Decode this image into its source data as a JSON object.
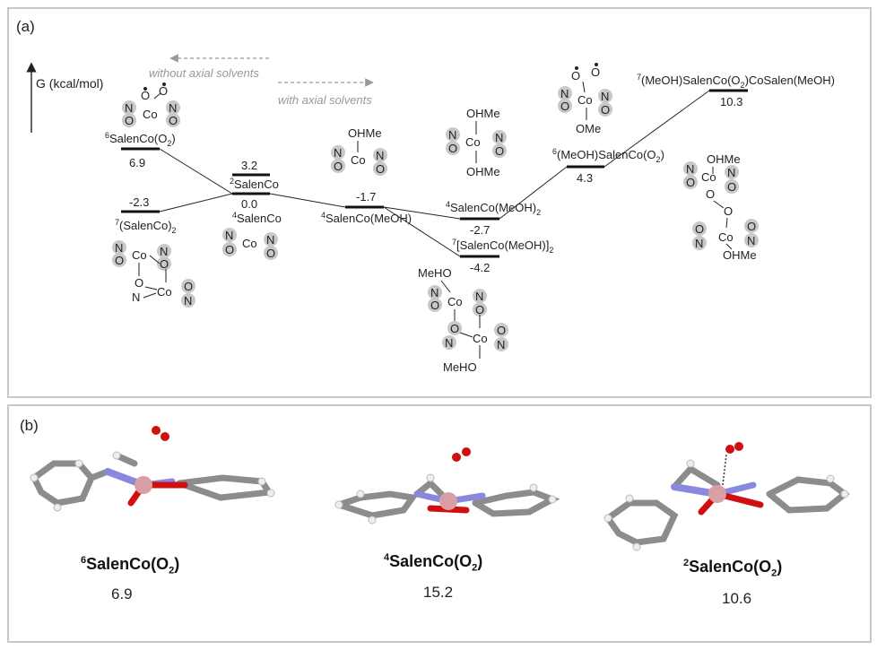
{
  "panel_a": {
    "label": "(a)",
    "axis_label": "G (kcal/mol)",
    "arrow_left": "without axial solvents",
    "arrow_right": "with axial solvents",
    "levels": {
      "l6o2": {
        "sup": "6",
        "name": "SalenCo(O",
        "sub": "2",
        "close": ")",
        "value": "6.9"
      },
      "l7dim": {
        "sup": "7",
        "name": "(SalenCo)",
        "sub": "2",
        "close": "",
        "value": "-2.3"
      },
      "l2": {
        "sup": "2",
        "name": "SalenCo",
        "value": "0.0",
        "value_top": "3.2"
      },
      "l4": {
        "sup": "4",
        "name": "SalenCo"
      },
      "l4meoh": {
        "sup": "4",
        "name": "SalenCo(MeOH)",
        "value": "-1.7"
      },
      "l4meoh2": {
        "sup": "4",
        "name": "SalenCo(MeOH)",
        "sub": "2",
        "value": "-2.7"
      },
      "l7meohdim": {
        "sup": "7",
        "name": "[SalenCo(MeOH)]",
        "sub": "2",
        "value": "-4.2"
      },
      "l6meoho2": {
        "sup": "6",
        "name": "(MeOH)SalenCo(O",
        "sub": "2",
        "close": ")",
        "value": "4.3"
      },
      "l7bridge": {
        "sup": "7",
        "name": "(MeOH)SalenCo(O",
        "sub": "2",
        "close": ")CoSalen(MeOH)",
        "value": "10.3"
      }
    },
    "atoms": {
      "co": "Co",
      "n": "N",
      "o": "O",
      "ohme": "OHMe",
      "meho": "MeHO",
      "ome": "OMe",
      "o_rad": "O"
    }
  },
  "panel_b": {
    "label": "(b)",
    "structures": [
      {
        "sup": "6",
        "name": "SalenCo(O",
        "sub": "2",
        "close": ")",
        "value": "6.9"
      },
      {
        "sup": "4",
        "name": "SalenCo(O",
        "sub": "2",
        "close": ")",
        "value": "15.2"
      },
      {
        "sup": "2",
        "name": "SalenCo(O",
        "sub": "2",
        "close": ")",
        "value": "10.6"
      }
    ]
  },
  "colors": {
    "cobalt": "#d8a0a6",
    "oxygen": "#d01010",
    "nitrogen": "#8888dd",
    "carbon": "#8c8c8c",
    "hydrogen": "#eeeeee",
    "halo": "#c8c8c8"
  }
}
